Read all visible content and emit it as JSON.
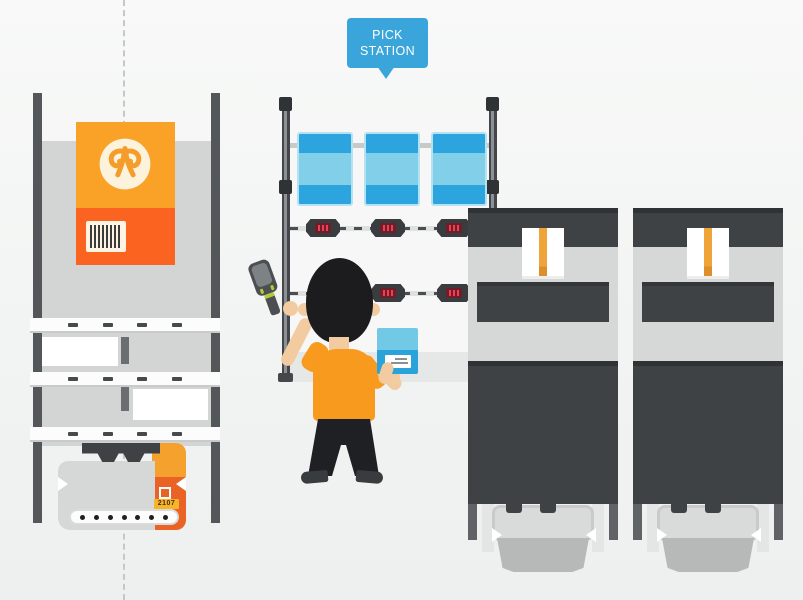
{
  "bubble": {
    "label": "PICK STATION",
    "bg_color": "#39a5da"
  },
  "pick_station": {
    "tote_count": 3,
    "scanner_bar_count": 3,
    "rail1_scanner_count": 3,
    "rail2_scanner_count": 2,
    "tote_dark_color": "#2ca5df",
    "tote_light_color": "#82cfe9"
  },
  "left_rack": {
    "shelf_dash_count": 4,
    "brand_box": {
      "top_color": "#f9a227",
      "bottom_color": "#fb6420",
      "logo_bg_color": "#fdf2dc",
      "has_barcode": "barcode"
    }
  },
  "agv_robot": {
    "id_label": "2107",
    "badge_color": "#f7b32a",
    "accent_top_color": "#f5a12e",
    "accent_side_color": "#e96326",
    "sensor_dot_count": 7
  },
  "storage_pods": {
    "count": 2,
    "panel_color": "#3e4245",
    "package_stripe_color": "#efa43a"
  },
  "worker": {
    "shirt_color": "#f79a1d",
    "held_box_top_color": "#72c9e5",
    "held_box_bottom_color": "#2aa3db",
    "scanner_accent_color": "#b3cb35"
  }
}
